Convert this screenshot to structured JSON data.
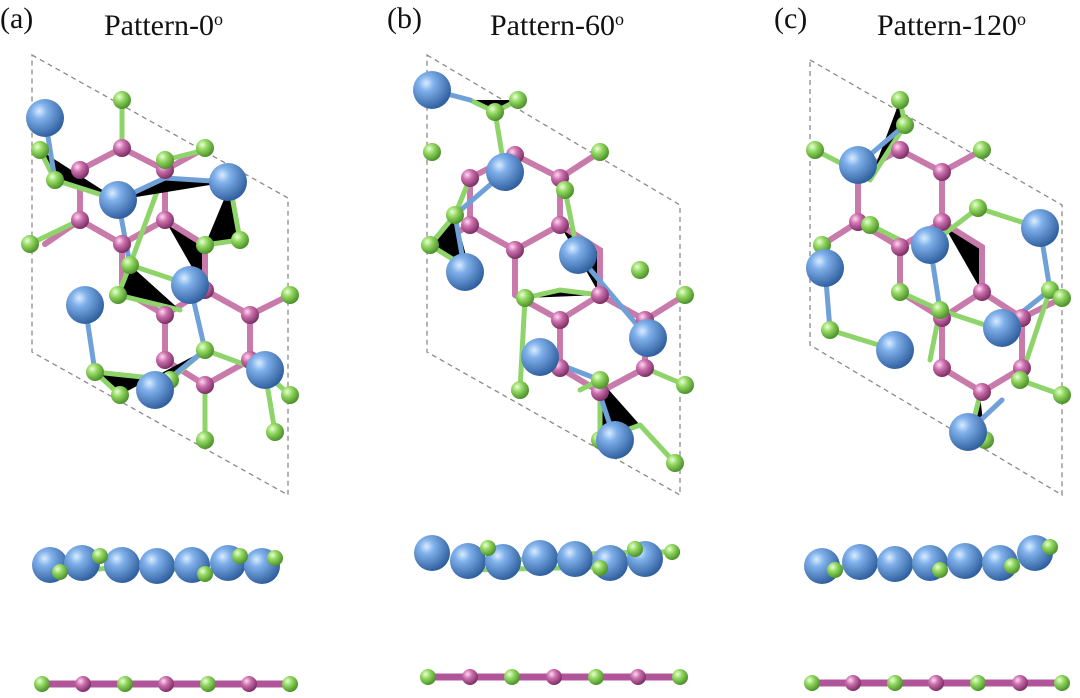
{
  "panels": [
    {
      "tag": "(a)",
      "title": "Pattern-0",
      "degree": "o"
    },
    {
      "tag": "(b)",
      "title": "Pattern-60",
      "degree": "o"
    },
    {
      "tag": "(c)",
      "title": "Pattern-120",
      "degree": "o"
    }
  ],
  "colors": {
    "large_atom": "#5b8fd4",
    "small_atom": "#86d25a",
    "substrate_atom": "#c46aa6",
    "bond_pink": "#c87aaa",
    "bond_green": "#8fd46a",
    "bond_blue": "#6fa0d8",
    "cell_outline": "#8a8a8a"
  },
  "views": [
    "top-view",
    "side-view-adsorbed-layer",
    "side-view-substrate"
  ]
}
